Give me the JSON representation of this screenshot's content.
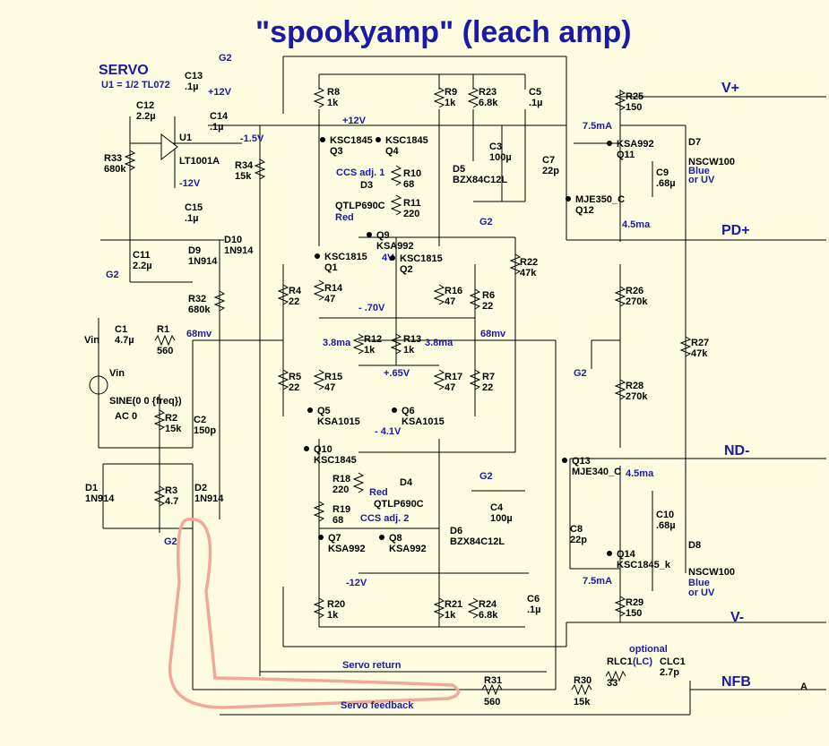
{
  "title": "\"spookyamp\" (leach amp)",
  "servo": {
    "heading": "SERVO",
    "note": "U1 = 1/2 TL072"
  },
  "rails": {
    "vplus": "V+",
    "pdplus": "PD+",
    "ndminus": "ND-",
    "vminus": "V-",
    "nfb": "NFB"
  },
  "voltages": {
    "p12a": "+12V",
    "p12b": "+12V",
    "m12a": "-12V",
    "m12b": "-12V",
    "m15": "-1.5V",
    "m70": "- .70V",
    "p65": "+.65V",
    "m41": "- 4.1V",
    "v4": "4V",
    "mv68a": "68mv",
    "mv68b": "68mv"
  },
  "currents": {
    "i75a": "7.5mA",
    "i45a": "4.5ma",
    "i45b": "4.5ma",
    "i75b": "7.5mA",
    "i38a": "3.8ma",
    "i38b": "3.8ma"
  },
  "grounds": {
    "g2a": "G2",
    "g2b": "G2",
    "g2c": "G2",
    "g2d": "G2",
    "g2e": "G2",
    "g2f": "G2"
  },
  "nets": {
    "servo_return": "Servo return",
    "servo_feedback": "Servo feedback",
    "a": "A",
    "optional": "optional",
    "lc": "(LC)"
  },
  "source": {
    "name": "Vin",
    "node": "Vin",
    "spec": "SINE(0 0 {freq})",
    "ac": "AC 0"
  },
  "ccs": {
    "adj1": "CCS adj. 1",
    "adj2": "CCS adj. 2"
  },
  "leds": {
    "d3": "D3",
    "d3part": "QTLP690C",
    "d3color": "Red",
    "d4": "D4",
    "d4part": "QTLP690C",
    "d4color": "Red",
    "d7": "D7",
    "d7part": "NSCW100",
    "d7c1": "Blue",
    "d7c2": "or UV",
    "d8": "D8",
    "d8part": "NSCW100",
    "d8c1": "Blue",
    "d8c2": "or UV"
  },
  "u1": {
    "ref": "U1",
    "part": "LT1001A"
  },
  "components": [
    {
      "ref": "R8",
      "val": "1k"
    },
    {
      "ref": "R9",
      "val": "1k"
    },
    {
      "ref": "R23",
      "val": "6.8k"
    },
    {
      "ref": "C5",
      "val": ".1µ"
    },
    {
      "ref": "R25",
      "val": "150"
    },
    {
      "ref": "C13",
      "val": ".1µ"
    },
    {
      "ref": "C14",
      "val": ".1µ"
    },
    {
      "ref": "C12",
      "val": "2.2µ"
    },
    {
      "ref": "R33",
      "val": "680k"
    },
    {
      "ref": "R34",
      "val": "15k"
    },
    {
      "ref": "C15",
      "val": ".1µ"
    },
    {
      "ref": "D9",
      "val": "1N914"
    },
    {
      "ref": "D10",
      "val": "1N914"
    },
    {
      "ref": "C11",
      "val": "2.2µ"
    },
    {
      "ref": "R32",
      "val": "680k"
    },
    {
      "ref": "C1",
      "val": "4.7µ"
    },
    {
      "ref": "R1",
      "val": "560"
    },
    {
      "ref": "R2",
      "val": "15k"
    },
    {
      "ref": "C2",
      "val": "150p"
    },
    {
      "ref": "R3",
      "val": "4.7"
    },
    {
      "ref": "D1",
      "val": "1N914"
    },
    {
      "ref": "D2",
      "val": "1N914"
    },
    {
      "ref": "R10",
      "val": "68"
    },
    {
      "ref": "R11",
      "val": "220"
    },
    {
      "ref": "C3",
      "val": "100µ"
    },
    {
      "ref": "D5",
      "val": "BZX84C12L"
    },
    {
      "ref": "R22",
      "val": "47k"
    },
    {
      "ref": "R4",
      "val": "22"
    },
    {
      "ref": "R14",
      "val": "47"
    },
    {
      "ref": "R16",
      "val": "47"
    },
    {
      "ref": "R6",
      "val": "22"
    },
    {
      "ref": "R12",
      "val": "1k"
    },
    {
      "ref": "R13",
      "val": "1k"
    },
    {
      "ref": "R5",
      "val": "22"
    },
    {
      "ref": "R15",
      "val": "47"
    },
    {
      "ref": "R17",
      "val": "47"
    },
    {
      "ref": "R7",
      "val": "22"
    },
    {
      "ref": "R18",
      "val": "220"
    },
    {
      "ref": "R19",
      "val": "68"
    },
    {
      "ref": "C4",
      "val": "100µ"
    },
    {
      "ref": "D6",
      "val": "BZX84C12L"
    },
    {
      "ref": "R20",
      "val": "1k"
    },
    {
      "ref": "R21",
      "val": "1k"
    },
    {
      "ref": "R24",
      "val": "6.8k"
    },
    {
      "ref": "C6",
      "val": ".1µ"
    },
    {
      "ref": "C7",
      "val": "22p"
    },
    {
      "ref": "C9",
      "val": ".68µ"
    },
    {
      "ref": "R26",
      "val": "270k"
    },
    {
      "ref": "R27",
      "val": "47k"
    },
    {
      "ref": "R28",
      "val": "270k"
    },
    {
      "ref": "C8",
      "val": "22p"
    },
    {
      "ref": "C10",
      "val": ".68µ"
    },
    {
      "ref": "R29",
      "val": "150"
    },
    {
      "ref": "R31",
      "val": "560"
    },
    {
      "ref": "R30",
      "val": "15k"
    },
    {
      "ref": "RLC1",
      "val": "33"
    },
    {
      "ref": "CLC1",
      "val": "2.7p"
    }
  ],
  "transistors": [
    {
      "ref": "Q3",
      "part": "KSC1845"
    },
    {
      "ref": "Q4",
      "part": "KSC1845"
    },
    {
      "ref": "Q9",
      "part": "KSA992"
    },
    {
      "ref": "Q1",
      "part": "KSC1815"
    },
    {
      "ref": "Q2",
      "part": "KSC1815"
    },
    {
      "ref": "Q5",
      "part": "KSA1015"
    },
    {
      "ref": "Q6",
      "part": "KSA1015"
    },
    {
      "ref": "Q10",
      "part": "KSC1845"
    },
    {
      "ref": "Q7",
      "part": "KSA992"
    },
    {
      "ref": "Q8",
      "part": "KSA992"
    },
    {
      "ref": "Q11",
      "part": "KSA992"
    },
    {
      "ref": "Q12",
      "part": "MJE350_C"
    },
    {
      "ref": "Q13",
      "part": "MJE340_C"
    },
    {
      "ref": "Q14",
      "part": "KSC1845_k"
    }
  ],
  "colors": {
    "label": "#1a1aa6",
    "highlight": "#f0a899",
    "background": "#fdfce0"
  }
}
